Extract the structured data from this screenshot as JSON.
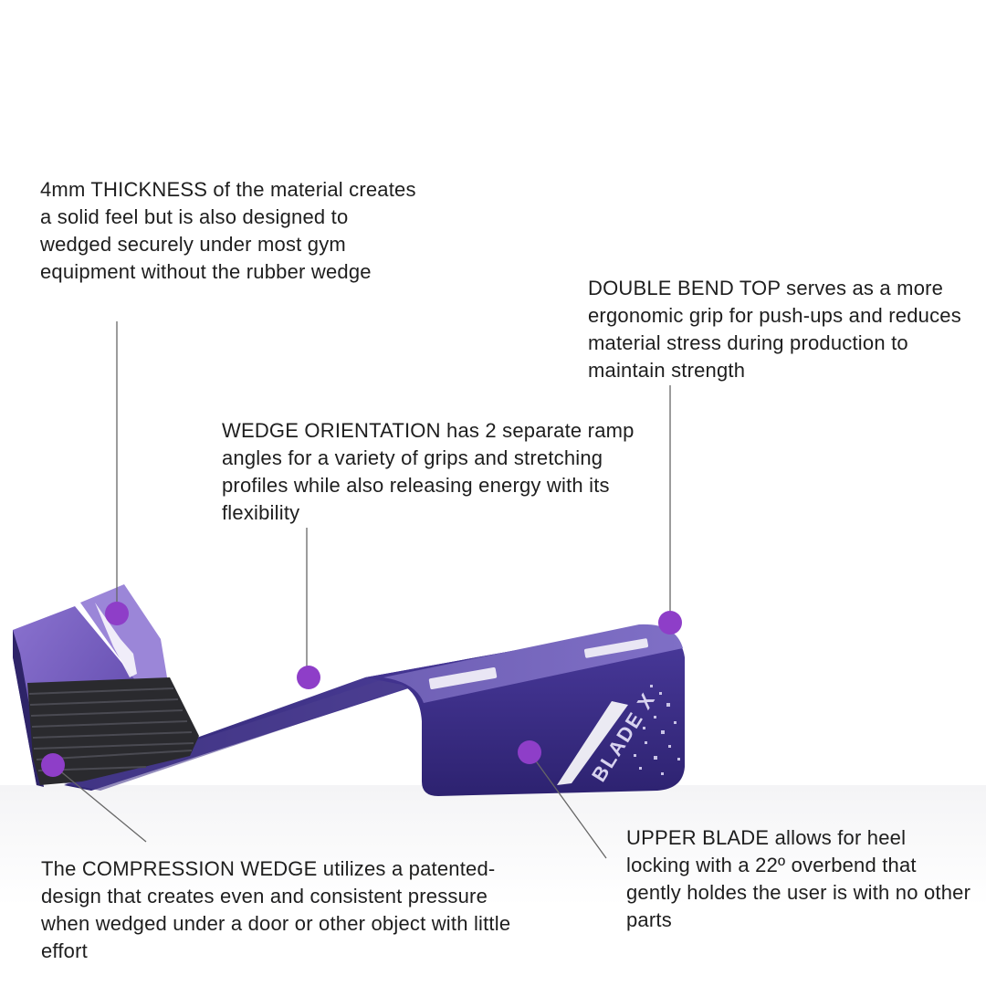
{
  "callouts": {
    "thickness": {
      "heading": "4mm THICKNESS",
      "body": " of the material creates a solid feel but is also designed to wedged securely under most gym equipment without the rubber wedge"
    },
    "double_bend": {
      "heading": "DOUBLE BEND TOP",
      "body": " serves as a more ergonomic grip for push-ups and reduces material stress during production to maintain strength"
    },
    "wedge_orientation": {
      "heading": "WEDGE ORIENTATION",
      "body": " has 2 separate ramp angles for a variety of grips and stretching profiles while also releasing energy with its flexibility"
    },
    "compression_wedge": {
      "heading": "The COMPRESSION WEDGE",
      "body": " utilizes a patented-design that creates even and consistent pressure when wedged under a door or other object with little effort"
    },
    "upper_blade": {
      "heading": "UPPER BLADE",
      "body": " allows for heel locking with a 22º overbend that gently holdes the user is with no other parts"
    }
  },
  "product": {
    "logo_text": "BLADE X"
  },
  "colors": {
    "marker": "#8e3ec8",
    "blade_dark": "#3b2d86",
    "blade_light": "#7a63c4",
    "rubber": "#2b2b2f",
    "leader_line": "#666666"
  }
}
